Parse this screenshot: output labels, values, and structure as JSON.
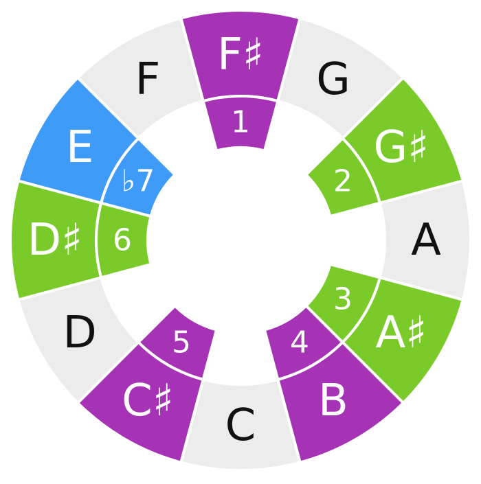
{
  "colors": {
    "inactive": "#ececec",
    "purple": "#a633b5",
    "green": "#7acb2a",
    "blue": "#3e9bf7",
    "label_dark": "#111111",
    "label_light": "#ffffff",
    "separator": "#ffffff"
  },
  "wheel": {
    "segments": [
      {
        "note": "F♯",
        "role": "purple",
        "degree": "1"
      },
      {
        "note": "G",
        "role": "inactive",
        "degree": ""
      },
      {
        "note": "G♯",
        "role": "green",
        "degree": "2"
      },
      {
        "note": "A",
        "role": "inactive",
        "degree": ""
      },
      {
        "note": "A♯",
        "role": "green",
        "degree": "3"
      },
      {
        "note": "B",
        "role": "purple",
        "degree": "4"
      },
      {
        "note": "C",
        "role": "inactive",
        "degree": ""
      },
      {
        "note": "C♯",
        "role": "purple",
        "degree": "5"
      },
      {
        "note": "D",
        "role": "inactive",
        "degree": ""
      },
      {
        "note": "D♯",
        "role": "green",
        "degree": "6"
      },
      {
        "note": "E",
        "role": "blue",
        "degree": "♭7"
      },
      {
        "note": "F",
        "role": "inactive",
        "degree": ""
      }
    ]
  }
}
